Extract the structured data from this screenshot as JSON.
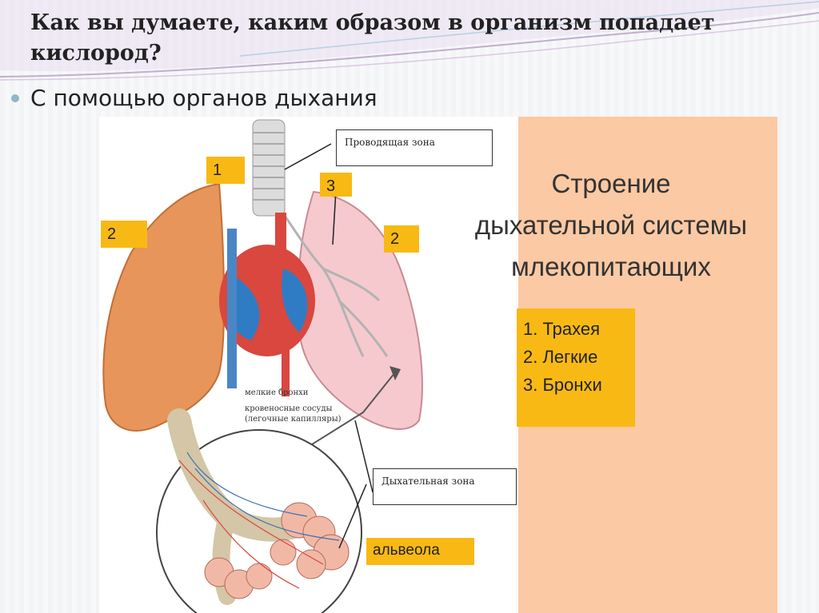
{
  "slide": {
    "title": "Как вы думаете, каким образом в организм попадает кислород?",
    "bullet": "С помощью органов дыхания"
  },
  "figure": {
    "panel_title_lines": [
      "Строение",
      "дыхательной системы",
      "млекопитающих"
    ],
    "legend": [
      "1. Трахея",
      "2. Легкие",
      "3. Бронхи"
    ],
    "labels": {
      "num1": "1",
      "num2_left": "2",
      "num2_right": "2",
      "num3": "3",
      "conducting_zone": "Проводящая зона",
      "respiratory_zone": "Дыхательная зона",
      "small_bronchi": "мелкие бронхи",
      "blood_vessels": "кровеносные сосуды",
      "capillaries": "(легочные капилляры)",
      "alveola": "альвеола"
    }
  },
  "colors": {
    "accent_yellow": "#f8b914",
    "panel_peach": "#fbc9a3",
    "bullet": "#8fb7c9"
  }
}
